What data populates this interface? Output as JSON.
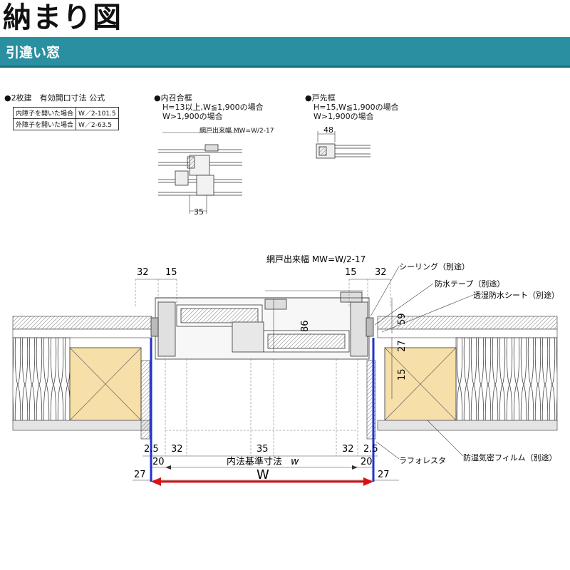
{
  "header": {
    "title": "納まり図",
    "subtitle": "引違い窓"
  },
  "formula": {
    "heading": "●2枚建　有効開口寸法 公式",
    "rows": [
      {
        "label": "内障子を開いた場合",
        "value": "W／2-101.5"
      },
      {
        "label": "外障子を開いた場合",
        "value": "W／2-63.5"
      }
    ]
  },
  "inner_frame": {
    "heading": "●内召合框",
    "line1": "H=13以上,W≦1,900の場合",
    "line2": "W>1,900の場合",
    "screen_label": "網戸出来幅 MW=W/2-17",
    "dim": "35"
  },
  "door_frame": {
    "heading": "●戸先框",
    "line1": "H=15,W≦1,900の場合",
    "line2": "W>1,900の場合",
    "dim": "48"
  },
  "section": {
    "screen_width": "網戸出来幅 MW=W/2-17",
    "dims_top_left": [
      "32",
      "15"
    ],
    "dims_top_right": [
      "15",
      "32"
    ],
    "dim_86": "86",
    "dim_59": "59",
    "dim_27": "27",
    "dim_15": "15",
    "bottom_row": [
      "2.5",
      "32",
      "35",
      "32",
      "2.5"
    ],
    "dim_20_left": "20",
    "dim_20_right": "20",
    "inner_std_label": "内法基準寸法",
    "inner_std_symbol": "w",
    "dim_27_left": "27",
    "dim_27_right": "27",
    "width_label": "W"
  },
  "callouts": {
    "sealing": "シーリング（別途）",
    "waterproof_tape": "防水テープ（別途）",
    "moisture_sheet": "透湿防水シート（別途）",
    "lath": "ラフォレスタ",
    "vapor_film": "防湿気密フィルム（別途）"
  },
  "colors": {
    "band": "#2a8fa0",
    "blue_line": "#2233cc",
    "red_arrow": "#dd1111",
    "wood": "#f6dfa8"
  }
}
